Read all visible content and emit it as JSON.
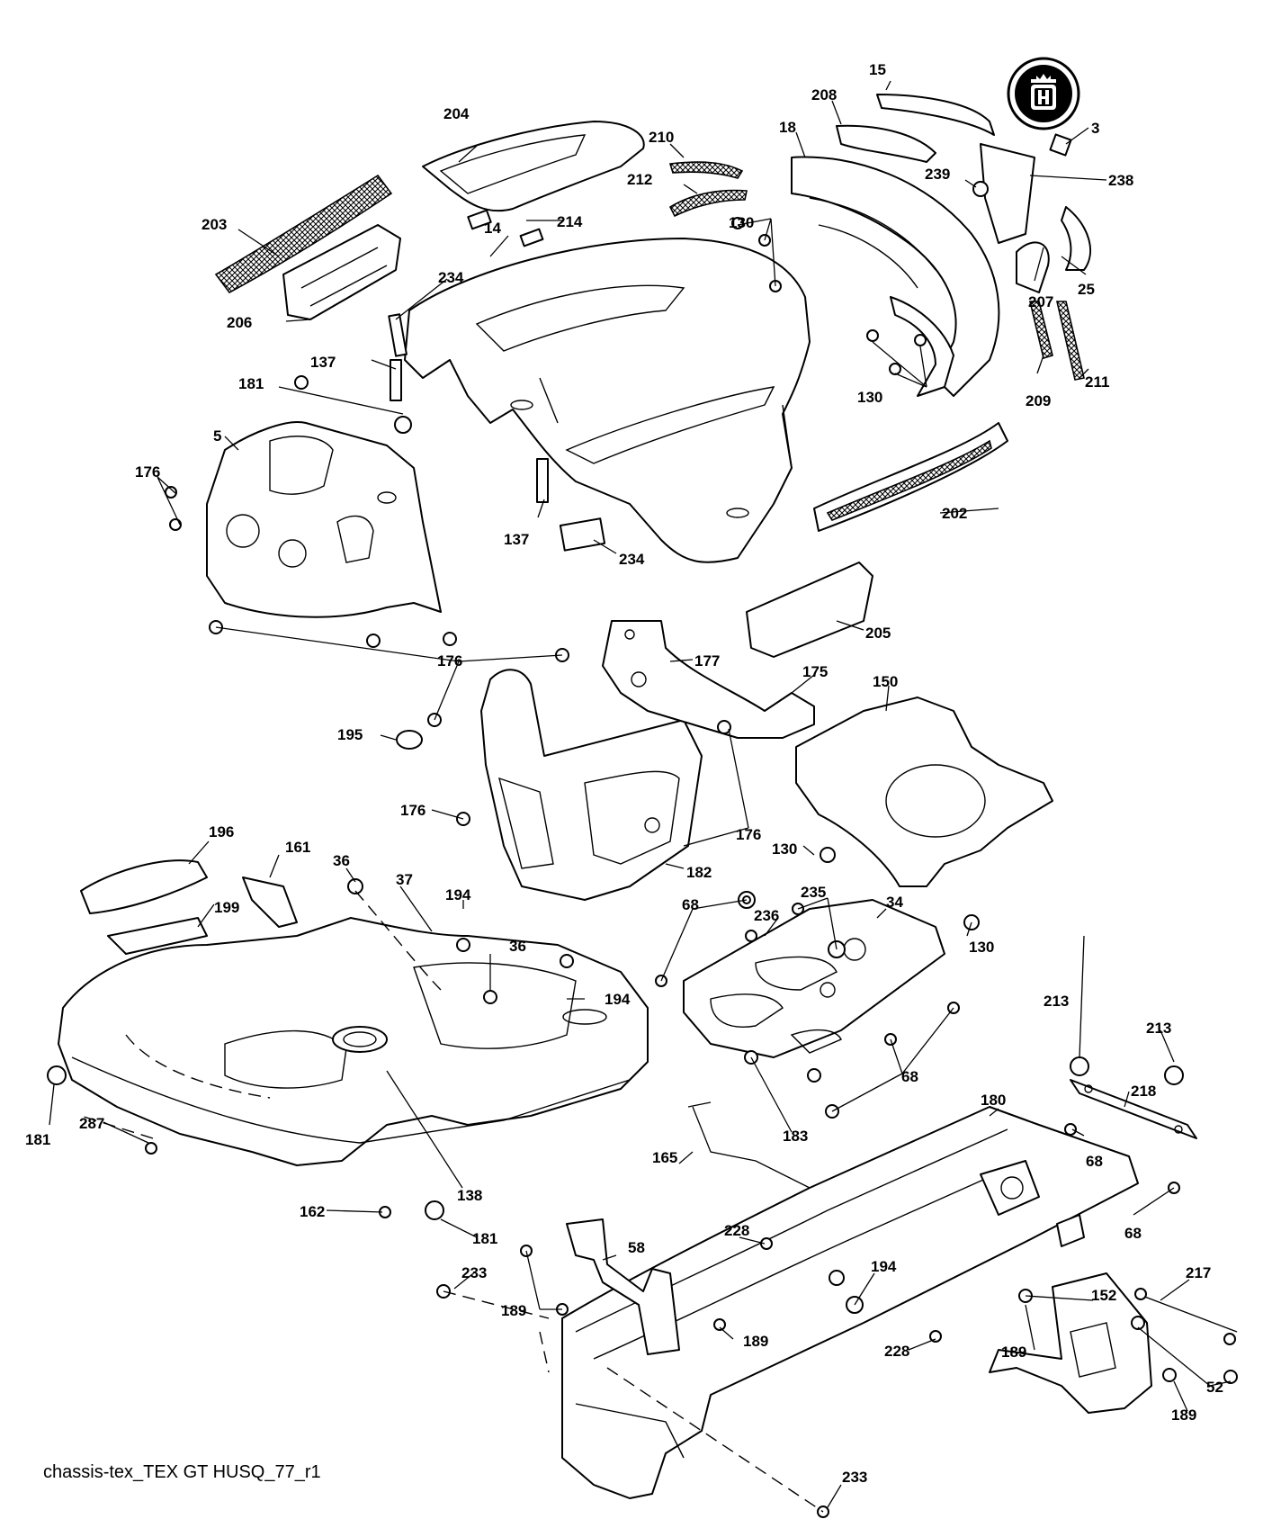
{
  "caption": "chassis-tex_TEX GT HUSQ_77_r1",
  "logo": {
    "icon": "husqvarna-crown-h-logo"
  },
  "labels": [
    {
      "id": "15",
      "text": "15"
    },
    {
      "id": "208",
      "text": "208"
    },
    {
      "id": "3",
      "text": "3"
    },
    {
      "id": "204",
      "text": "204"
    },
    {
      "id": "210",
      "text": "210"
    },
    {
      "id": "212",
      "text": "212"
    },
    {
      "id": "18",
      "text": "18"
    },
    {
      "id": "239",
      "text": "239"
    },
    {
      "id": "238",
      "text": "238"
    },
    {
      "id": "203",
      "text": "203"
    },
    {
      "id": "214",
      "text": "214"
    },
    {
      "id": "130a",
      "text": "130"
    },
    {
      "id": "14",
      "text": "14"
    },
    {
      "id": "234a",
      "text": "234"
    },
    {
      "id": "207",
      "text": "207"
    },
    {
      "id": "25",
      "text": "25"
    },
    {
      "id": "206",
      "text": "206"
    },
    {
      "id": "137a",
      "text": "137"
    },
    {
      "id": "181a",
      "text": "181"
    },
    {
      "id": "130b",
      "text": "130"
    },
    {
      "id": "209",
      "text": "209"
    },
    {
      "id": "211",
      "text": "211"
    },
    {
      "id": "5",
      "text": "5"
    },
    {
      "id": "176a",
      "text": "176"
    },
    {
      "id": "202",
      "text": "202"
    },
    {
      "id": "137b",
      "text": "137"
    },
    {
      "id": "234b",
      "text": "234"
    },
    {
      "id": "205",
      "text": "205"
    },
    {
      "id": "177",
      "text": "177"
    },
    {
      "id": "176b",
      "text": "176"
    },
    {
      "id": "175",
      "text": "175"
    },
    {
      "id": "150",
      "text": "150"
    },
    {
      "id": "195",
      "text": "195"
    },
    {
      "id": "176c",
      "text": "176"
    },
    {
      "id": "176d",
      "text": "176"
    },
    {
      "id": "130c",
      "text": "130"
    },
    {
      "id": "182",
      "text": "182"
    },
    {
      "id": "196",
      "text": "196"
    },
    {
      "id": "161",
      "text": "161"
    },
    {
      "id": "36a",
      "text": "36"
    },
    {
      "id": "37",
      "text": "37"
    },
    {
      "id": "194a",
      "text": "194"
    },
    {
      "id": "199",
      "text": "199"
    },
    {
      "id": "68a",
      "text": "68"
    },
    {
      "id": "235",
      "text": "235"
    },
    {
      "id": "34",
      "text": "34"
    },
    {
      "id": "236",
      "text": "236"
    },
    {
      "id": "130d",
      "text": "130"
    },
    {
      "id": "36b",
      "text": "36"
    },
    {
      "id": "194b",
      "text": "194"
    },
    {
      "id": "213a",
      "text": "213"
    },
    {
      "id": "213b",
      "text": "213"
    },
    {
      "id": "218",
      "text": "218"
    },
    {
      "id": "68b",
      "text": "68"
    },
    {
      "id": "181b",
      "text": "181"
    },
    {
      "id": "287",
      "text": "287"
    },
    {
      "id": "180",
      "text": "180"
    },
    {
      "id": "183",
      "text": "183"
    },
    {
      "id": "165",
      "text": "165"
    },
    {
      "id": "68c",
      "text": "68"
    },
    {
      "id": "138",
      "text": "138"
    },
    {
      "id": "68d",
      "text": "68"
    },
    {
      "id": "162",
      "text": "162"
    },
    {
      "id": "181c",
      "text": "181"
    },
    {
      "id": "228a",
      "text": "228"
    },
    {
      "id": "58",
      "text": "58"
    },
    {
      "id": "194c",
      "text": "194"
    },
    {
      "id": "217",
      "text": "217"
    },
    {
      "id": "233a",
      "text": "233"
    },
    {
      "id": "189a",
      "text": "189"
    },
    {
      "id": "152",
      "text": "152"
    },
    {
      "id": "189b",
      "text": "189"
    },
    {
      "id": "189c",
      "text": "189"
    },
    {
      "id": "228b",
      "text": "228"
    },
    {
      "id": "52",
      "text": "52"
    },
    {
      "id": "189d",
      "text": "189"
    },
    {
      "id": "233b",
      "text": "233"
    }
  ]
}
